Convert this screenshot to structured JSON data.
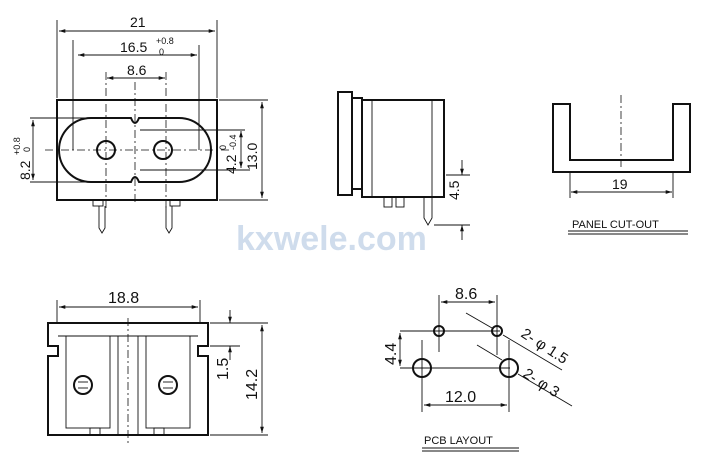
{
  "watermark": "kxwele.com",
  "front_view": {
    "width": "21",
    "inner_width": "16.5",
    "inner_tol_plus": "+0.8",
    "inner_tol_minus": "0",
    "pin_pitch": "8.6",
    "height_left": "8.2",
    "height_left_plus": "+0.8",
    "height_left_minus": "0",
    "neck": "4.2",
    "neck_plus": "0",
    "neck_minus": "-0.4",
    "height": "13.0"
  },
  "side_view": {
    "pin_length": "4.5"
  },
  "panel_cutout": {
    "width": "19",
    "label": "PANEL CUT-OUT"
  },
  "bottom_view": {
    "width": "18.8",
    "flange": "1.5",
    "height": "14.2"
  },
  "pcb_layout": {
    "pitch_small": "8.6",
    "offset": "4.4",
    "pitch_large": "12.0",
    "small_holes": "2- φ 1.5",
    "large_holes": "2- φ 3",
    "label": "PCB LAYOUT"
  }
}
